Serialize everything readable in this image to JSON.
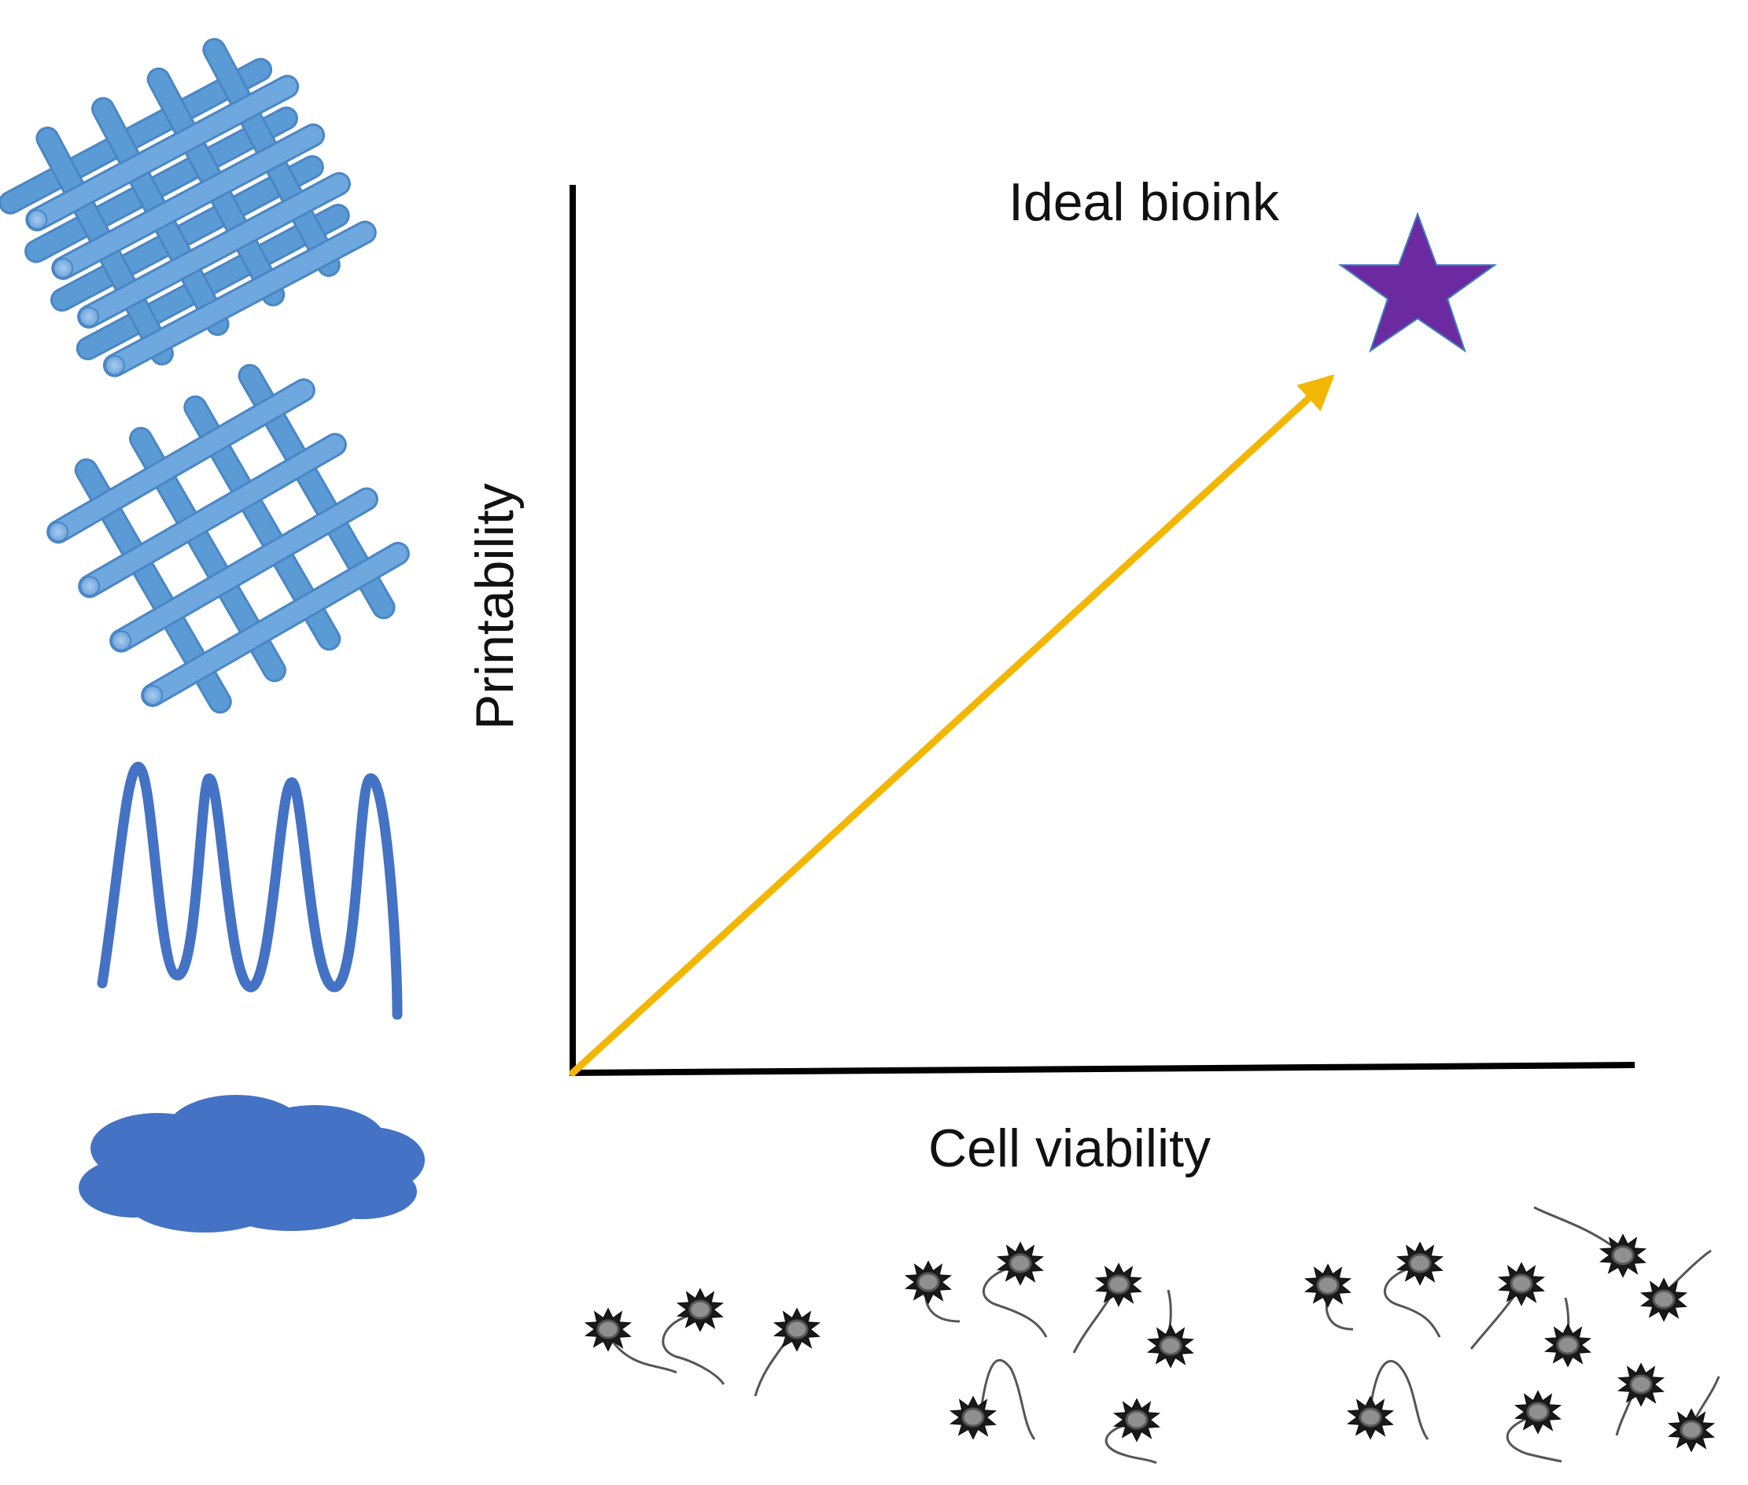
{
  "diagram": {
    "x_axis_label": "Cell viability",
    "y_axis_label": "Printability",
    "goal_label": "Ideal bioink",
    "goal_marker_icon": "star-icon",
    "trend_arrow_icon": "arrow-icon"
  },
  "printability_scale_icons": [
    "stacked-grid-scaffold-icon",
    "grid-scaffold-icon",
    "zigzag-filament-icon",
    "blob-icon"
  ],
  "cell_viability_scale_icons": [
    "few-cells-icon",
    "medium-cells-icon",
    "many-cells-icon"
  ],
  "colors": {
    "axis": "#000000",
    "arrow": "#f2b705",
    "star": "#6b2aa0",
    "scaffold": "#5b9bd5",
    "scaffold_edge": "#3f7cbf",
    "filament": "#4472c4",
    "cell_fill": "#8f8f8f",
    "cell_edge": "#111111"
  }
}
